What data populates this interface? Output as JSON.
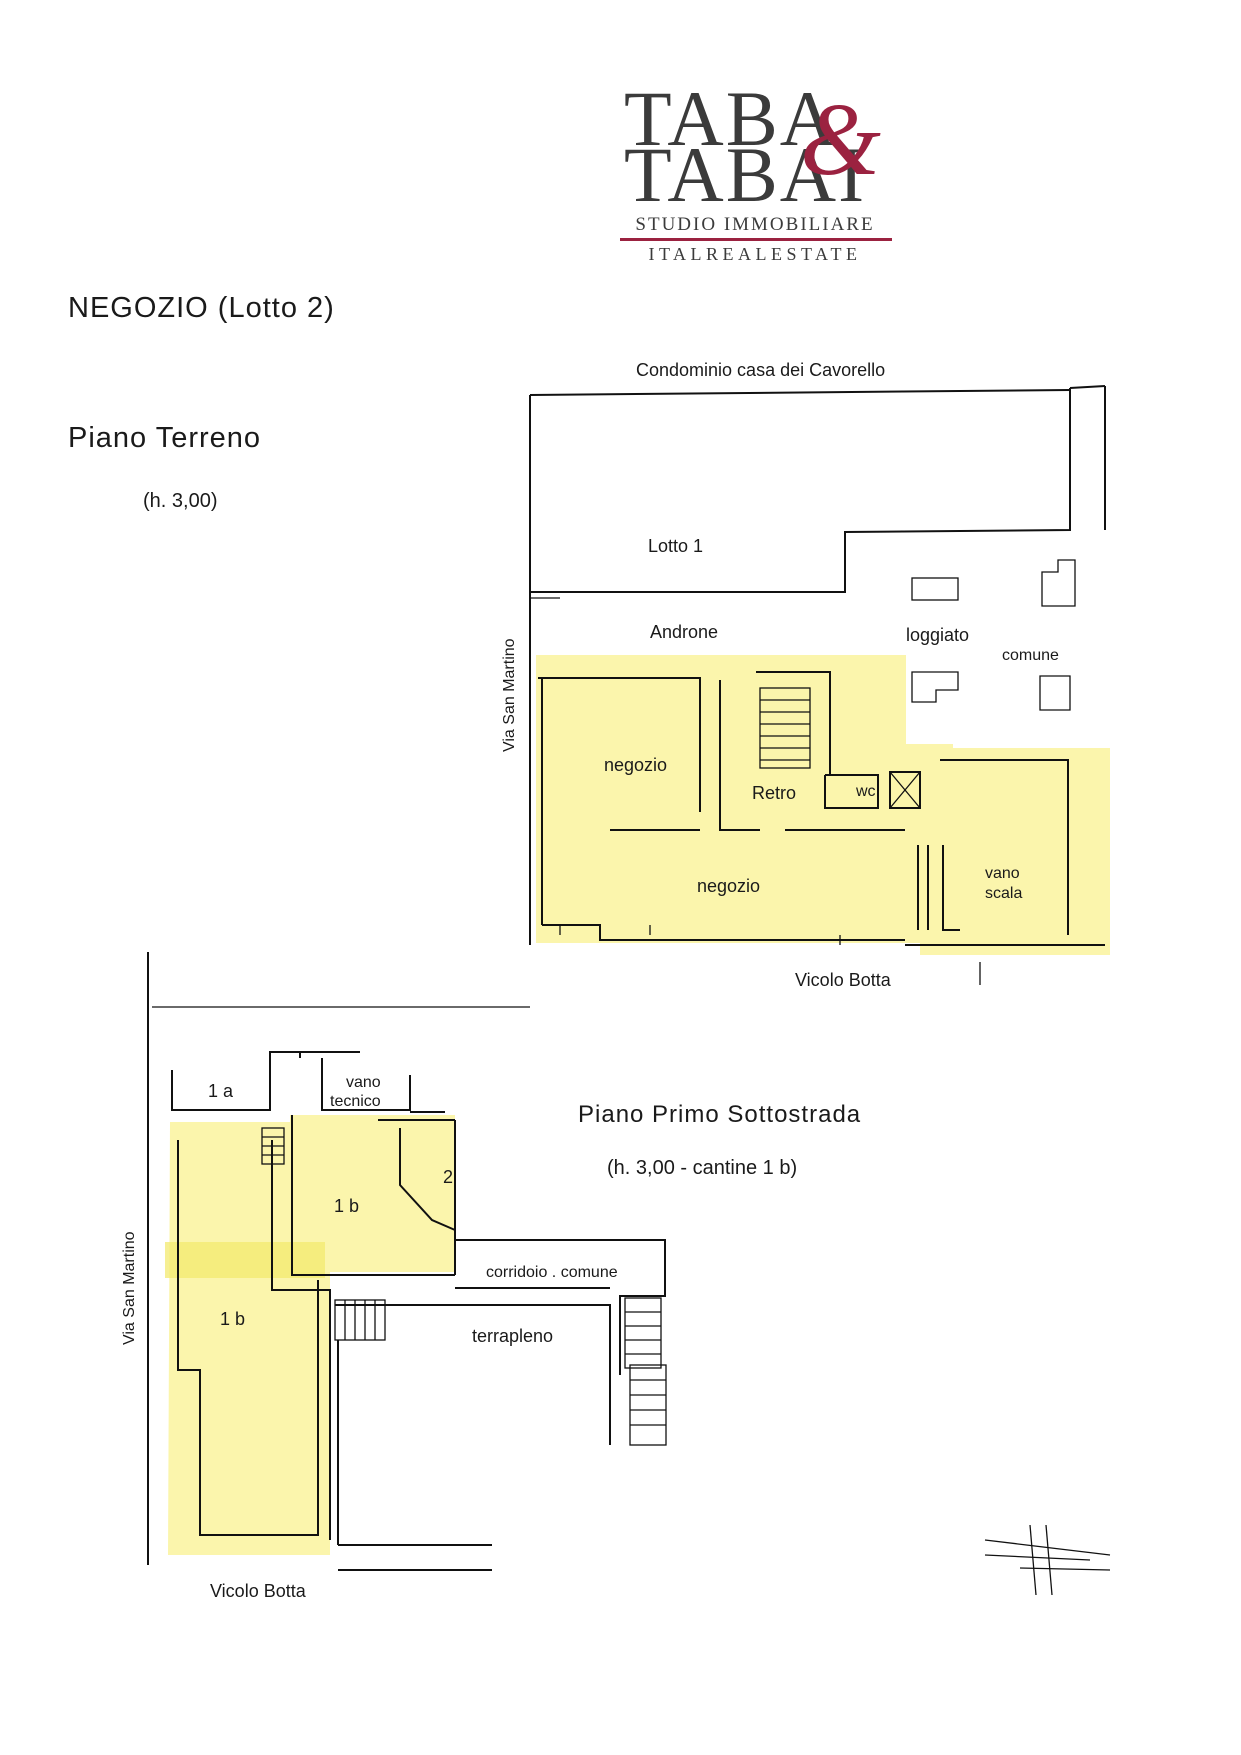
{
  "logo": {
    "line1": "TABA",
    "line2": "TABAI",
    "ampersand": "&",
    "studio": "STUDIO IMMOBILIARE",
    "italrealestate": "ITALREALESTATE",
    "accent_color": "#9b2240"
  },
  "title": "NEGOZIO  (Lotto 2)",
  "ground_floor": {
    "heading": "Piano  Terreno",
    "height": "(h. 3,00)",
    "labels": {
      "condominio": "Condominio casa dei Cavorello",
      "lotto1": "Lotto  1",
      "androne": "Androne",
      "loggiato": "loggiato",
      "comune": "comune",
      "street_side": "Via San Martino",
      "negozio_a": "negozio",
      "retro": "Retro",
      "wc": "wc",
      "negozio_b": "negozio",
      "vano": "vano",
      "scala": "scala",
      "street_bottom": "Vicolo Botta"
    }
  },
  "basement": {
    "heading": "Piano  Primo Sottostrada",
    "height": "(h. 3,00 - cantine  1 b)",
    "labels": {
      "room_1a": "1 a",
      "vano": "vano",
      "tecnico": "tecnico",
      "room_2": "2",
      "room_1b_upper": "1 b",
      "corridoio": "corridoio . comune",
      "room_1b_lower": "1 b",
      "terrapleno": "terrapleno",
      "street_side": "Via San Martino",
      "street_bottom": "Vicolo Botta"
    }
  },
  "highlight_color": "#fbf5ac"
}
